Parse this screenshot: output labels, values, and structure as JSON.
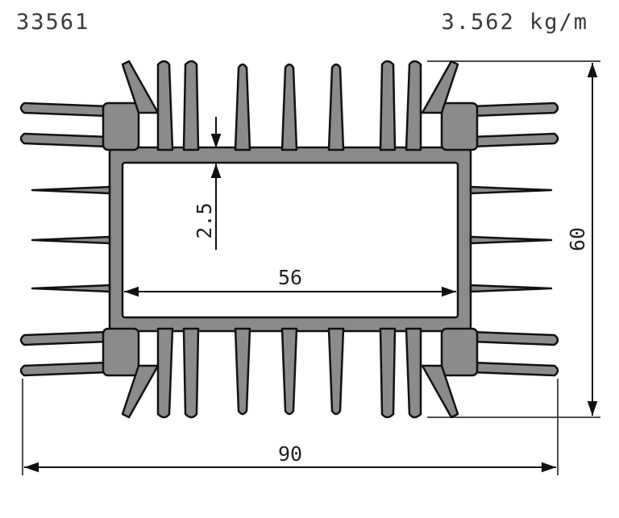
{
  "header": {
    "part_number": "33561",
    "weight": "3.562 kg/m"
  },
  "dimensions": {
    "width": "90",
    "height": "60",
    "inner_width": "56",
    "wall_thickness": "2.5"
  },
  "colors": {
    "profile_fill": "#8b8b8b",
    "outline": "#111111",
    "dimension_line": "#111111",
    "cavity": "#ffffff"
  }
}
